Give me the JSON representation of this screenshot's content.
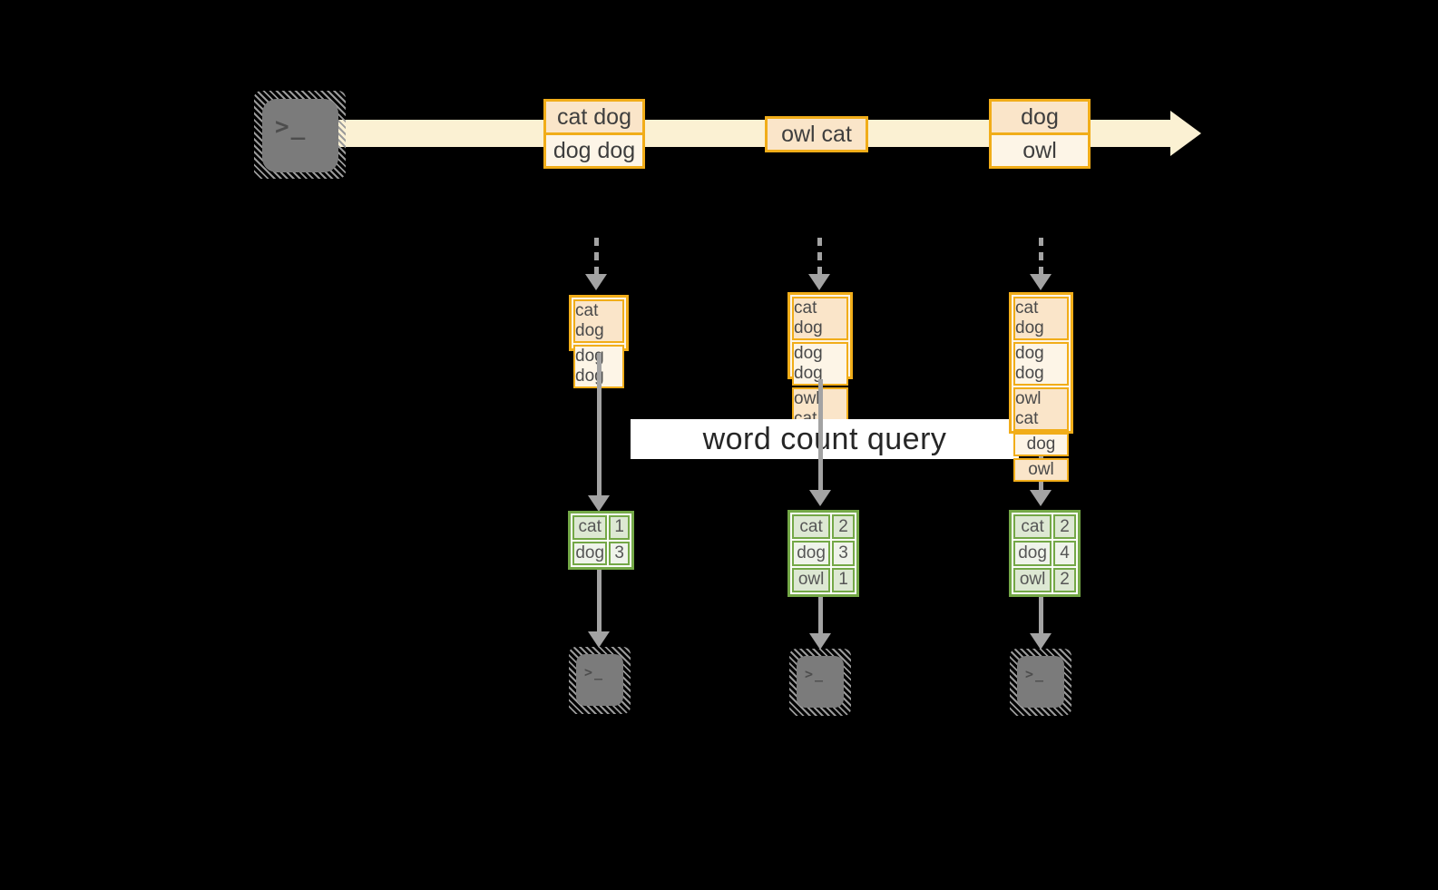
{
  "diagram": {
    "query_label": "word count query",
    "source": {
      "icon": "terminal-icon",
      "glyph": ">_"
    },
    "timeline_events": [
      {
        "rows": [
          "cat dog",
          "dog dog"
        ]
      },
      {
        "rows": [
          "owl cat"
        ]
      },
      {
        "rows": [
          "dog",
          "owl"
        ]
      }
    ],
    "snapshots": [
      {
        "buffer": [
          "cat dog",
          "dog dog"
        ]
      },
      {
        "buffer": [
          "cat dog",
          "dog dog",
          "owl cat"
        ]
      },
      {
        "buffer": [
          "cat dog",
          "dog dog",
          "owl cat",
          "dog",
          "owl"
        ]
      }
    ],
    "counts": [
      {
        "rows": [
          {
            "word": "cat",
            "count": "1"
          },
          {
            "word": "dog",
            "count": "3"
          }
        ]
      },
      {
        "rows": [
          {
            "word": "cat",
            "count": "2"
          },
          {
            "word": "dog",
            "count": "3"
          },
          {
            "word": "owl",
            "count": "1"
          }
        ]
      },
      {
        "rows": [
          {
            "word": "cat",
            "count": "2"
          },
          {
            "word": "dog",
            "count": "4"
          },
          {
            "word": "owl",
            "count": "2"
          }
        ]
      }
    ],
    "sinks": [
      {
        "glyph": ">_"
      },
      {
        "glyph": ">_"
      },
      {
        "glyph": ">_"
      }
    ]
  },
  "colors": {
    "background": "#000000",
    "timeline_band": "#FBF1D3",
    "event_border": "#F1AD19",
    "event_fill_dark": "#FAE5C9",
    "event_fill_light": "#FDF5E7",
    "table_border": "#74A847",
    "table_fill_dark": "#DDE8D3",
    "table_fill_light": "#EFF3EA",
    "arrow_gray": "#A3A3A3",
    "terminal_gray": "#7B7B7B",
    "banner_background": "#FFFFFF"
  }
}
